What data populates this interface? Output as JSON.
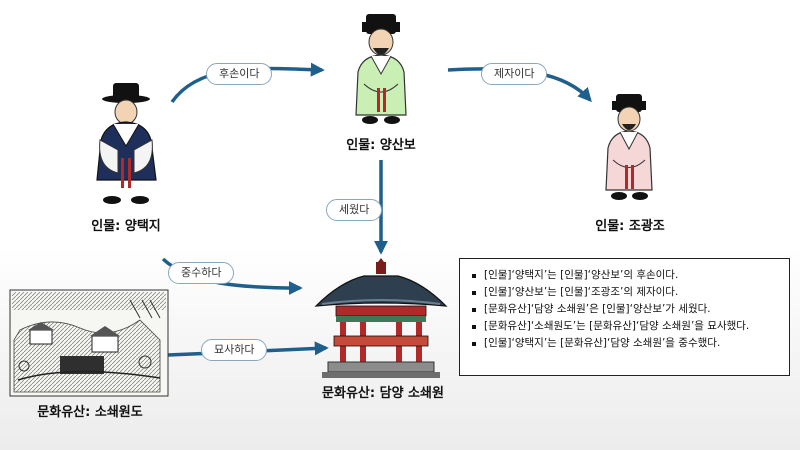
{
  "nodes": {
    "yang_taekji": "인물: 양택지",
    "yang_sanbo": "인물: 양산보",
    "jo_gwangjo": "인물: 조광조",
    "soswaewon": "문화유산: 담양 소쇄원",
    "soswaewondo": "문화유산: 소쇄원도"
  },
  "relations": {
    "descendant": "후손이다",
    "disciple": "제자이다",
    "built": "세웠다",
    "preserved": "중수하다",
    "depicted": "묘사하다"
  },
  "facts": [
    "[인물]‘양택지’는 [인물]‘양산보’의 후손이다.",
    "[인물]‘양산보’는 [인물]‘조광조’의 제자이다.",
    "[문화유산]‘담양 소쇄원’은 [인물]‘양산보’가 세웠다.",
    "[문화유산]‘소쇄원도’는 [문화유산]‘담양 소쇄원’을 묘사했다.",
    "[인물]‘양택지’는 [문화유산]‘담양 소쇄원’을 중수했다."
  ],
  "colors": {
    "arrow": "#1f5f8b",
    "robe_navy": "#1f2f5c",
    "robe_green": "#c9efb4",
    "robe_pink": "#f6d7d7",
    "roof": "#2e3f4f",
    "pillar": "#b02a2a"
  }
}
